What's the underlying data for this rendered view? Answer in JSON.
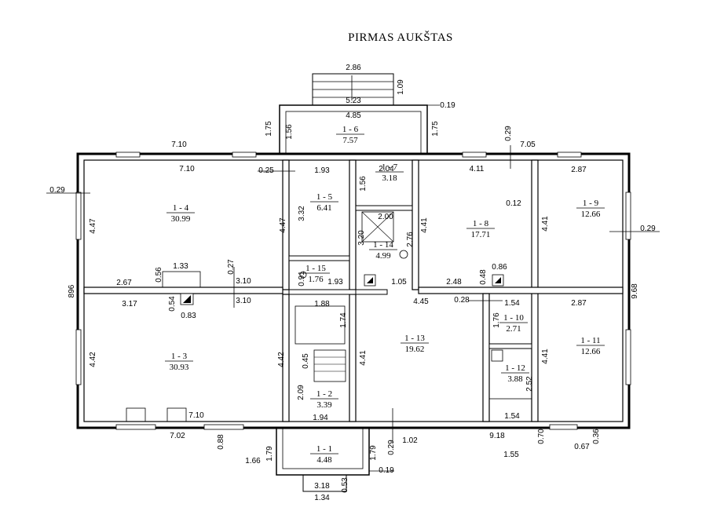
{
  "title": "PIRMAS AUKŠTAS",
  "rooms": [
    {
      "id": "1 - 1",
      "area": "4.48"
    },
    {
      "id": "1 - 2",
      "area": "3.39"
    },
    {
      "id": "1 - 3",
      "area": "30.93"
    },
    {
      "id": "1 - 4",
      "area": "30.99"
    },
    {
      "id": "1 - 5",
      "area": "6.41"
    },
    {
      "id": "1 - 6",
      "area": "7.57"
    },
    {
      "id": "1 - 7",
      "area": "3.18"
    },
    {
      "id": "1 - 8",
      "area": "17.71"
    },
    {
      "id": "1 - 9",
      "area": "12.66"
    },
    {
      "id": "1 - 10",
      "area": "2.71"
    },
    {
      "id": "1 - 11",
      "area": "12.66"
    },
    {
      "id": "1 - 12",
      "area": "3.88"
    },
    {
      "id": "1 - 13",
      "area": "19.62"
    },
    {
      "id": "1 - 14",
      "area": "4.99"
    },
    {
      "id": "1 - 15",
      "area": "1.76"
    }
  ],
  "dims": [
    "2.86",
    "1.09",
    "5.23",
    "4.85",
    "0.19",
    "1.75",
    "1.56",
    "1.75",
    "0.29",
    "7.05",
    "7.10",
    "7.10",
    "0.25",
    "1.93",
    "2.04",
    "4.11",
    "2.87",
    "0.29",
    "4.47",
    "4.47",
    "3.32",
    "1.56",
    "2.00",
    "4.41",
    "0.12",
    "4.41",
    "0.29",
    "1.33",
    "0.27",
    "3.20",
    "2.76",
    "0.56",
    "2.67",
    "3.10",
    "0.91",
    "1.93",
    "1.05",
    "2.48",
    "0.48",
    "0.86",
    "896",
    "9.68",
    "3.17",
    "0.54",
    "0.83",
    "3.10",
    "1.88",
    "4.45",
    "0.28",
    "1.54",
    "2.87",
    "1.74",
    "1.76",
    "4.42",
    "4.42",
    "0.45",
    "4.41",
    "4.41",
    "2.09",
    "2.52",
    "7.10",
    "1.94",
    "1.54",
    "7.02",
    "0.88",
    "0.29",
    "1.02",
    "9.18",
    "0.70",
    "0.36",
    "1.66",
    "1.79",
    "1.79",
    "0.19",
    "1.55",
    "0.67",
    "3.18",
    "0.53",
    "1.34"
  ]
}
